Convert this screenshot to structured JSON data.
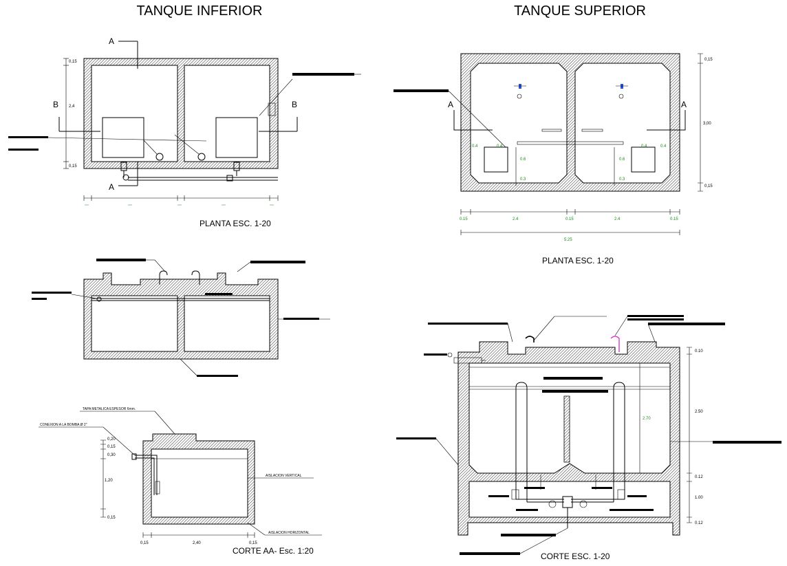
{
  "titles": {
    "lower_tank": "TANQUE INFERIOR",
    "upper_tank": "TANQUE SUPERIOR"
  },
  "captions": {
    "lower_plan": "PLANTA   ESC. 1-20",
    "upper_plan": "PLANTA  ESC. 1-20",
    "lower_section": "CORTE AA- Esc. 1:20",
    "upper_section": "CORTE  ESC. 1-20"
  },
  "section_marks": {
    "lower_a_top": "A",
    "lower_a_bottom": "A",
    "lower_b_left": "B",
    "lower_b_right": "B",
    "upper_a_left": "A",
    "upper_a_right": "A"
  },
  "annotations": {
    "tapa": "TAPA METALICA ESPESOR 6mm.",
    "conexion": "CONEXION A LA BOMBA Ø 2\"",
    "aislacion_vertical": "AISLACION VERTICAL",
    "aislacion_horizontal": "AISLACION HORIZONTAL"
  },
  "dimensions": {
    "lower_plan_left": [
      "0,15",
      "2,4",
      "0,15"
    ],
    "upper_plan_right": [
      "0,15",
      "3,00",
      "0,15"
    ],
    "upper_plan_bottom": [
      "0.15",
      "2.4",
      "0.15",
      "2.4",
      "0.15"
    ],
    "upper_plan_total": "5.25",
    "upper_plan_inner": [
      "0.4",
      "0.4",
      "0.4",
      "0.4",
      "0.6",
      "0.3",
      "0.6",
      "0.3"
    ],
    "lower_section_left": [
      "0,20",
      "0,15",
      "0,30",
      "1,20",
      "0,15"
    ],
    "lower_section_bottom": [
      "0,15",
      "2,40",
      "0,15"
    ],
    "upper_section_right": [
      "0.10",
      "2.50",
      "0.12",
      "1.00",
      "0.12"
    ],
    "upper_section_inner": "2.70"
  },
  "colors": {
    "dimension_green": "#1a8a1a",
    "valve_blue": "#2a4fd8",
    "fitting_magenta": "#d23cd2"
  }
}
